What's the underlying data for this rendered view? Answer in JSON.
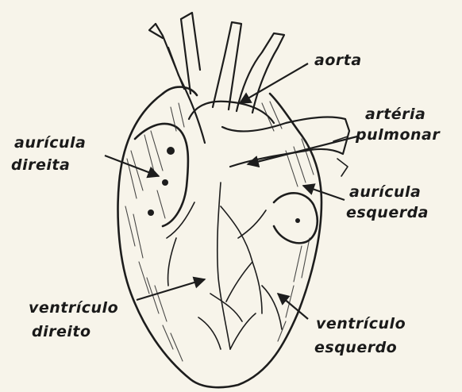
{
  "labels": {
    "aorta": "aorta",
    "arteria_line1": "artéria",
    "arteria_line2": "pulmonar",
    "auricula_direita_line1": "aurícula",
    "auricula_direita_line2": "direita",
    "auricula_esquerda_line1": "aurícula",
    "auricula_esquerda_line2": "esquerda",
    "ventriculo_direito_line1": "ventrículo",
    "ventriculo_direito_line2": "direito",
    "ventriculo_esquerdo_line1": "ventrículo",
    "ventriculo_esquerdo_line2": "esquerdo"
  }
}
